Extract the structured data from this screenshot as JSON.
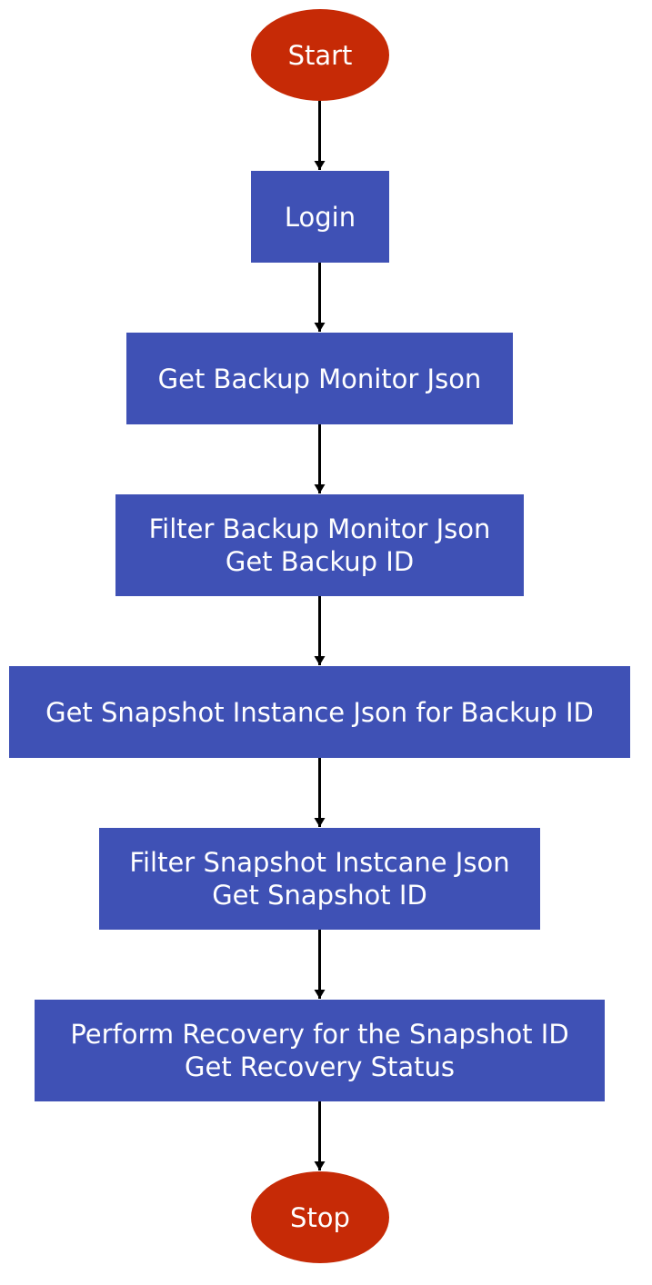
{
  "flowchart": {
    "nodes": [
      {
        "id": "start",
        "kind": "terminal",
        "lines": [
          "Start"
        ]
      },
      {
        "id": "login",
        "kind": "process",
        "lines": [
          "Login"
        ]
      },
      {
        "id": "get-backup-monitor",
        "kind": "process",
        "lines": [
          "Get Backup Monitor Json"
        ]
      },
      {
        "id": "filter-backup-monitor",
        "kind": "process",
        "lines": [
          "Filter Backup Monitor Json",
          "Get Backup ID"
        ]
      },
      {
        "id": "get-snapshot-instance",
        "kind": "process",
        "lines": [
          "Get Snapshot Instance Json for Backup ID"
        ]
      },
      {
        "id": "filter-snapshot-instance",
        "kind": "process",
        "lines": [
          "Filter Snapshot Instcane Json",
          "Get Snapshot ID"
        ]
      },
      {
        "id": "perform-recovery",
        "kind": "process",
        "lines": [
          "Perform Recovery for the Snapshot ID",
          "Get Recovery Status"
        ]
      },
      {
        "id": "stop",
        "kind": "terminal",
        "lines": [
          "Stop"
        ]
      }
    ],
    "edges": [
      [
        "start",
        "login"
      ],
      [
        "login",
        "get-backup-monitor"
      ],
      [
        "get-backup-monitor",
        "filter-backup-monitor"
      ],
      [
        "filter-backup-monitor",
        "get-snapshot-instance"
      ],
      [
        "get-snapshot-instance",
        "filter-snapshot-instance"
      ],
      [
        "filter-snapshot-instance",
        "perform-recovery"
      ],
      [
        "perform-recovery",
        "stop"
      ]
    ],
    "colors": {
      "process_fill": "#3f51b5",
      "terminal_fill": "#c62a06",
      "text": "#ffffff",
      "connector": "#000000"
    }
  }
}
